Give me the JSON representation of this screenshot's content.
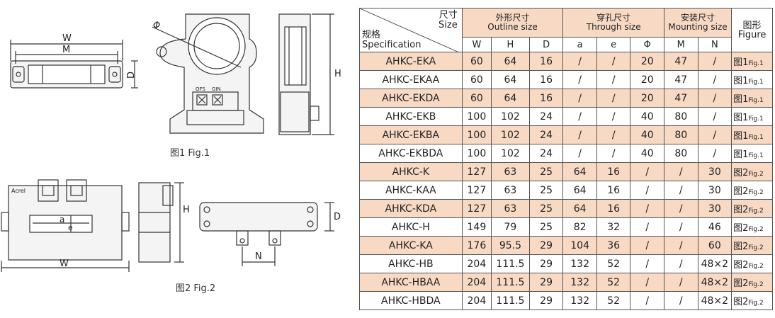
{
  "figures": {
    "fig1": {
      "caption": "图1  Fig.1",
      "labels": {
        "w": "W",
        "m": "M",
        "d": "D",
        "phi": "Φ",
        "h": "H",
        "ofs": "OFS",
        "gin": "GIN"
      }
    },
    "fig2": {
      "caption": "图2  Fig.2",
      "labels": {
        "brand": "Acrel",
        "a": "a",
        "e": "e",
        "w": "W",
        "h": "H",
        "d": "D",
        "n": "N"
      }
    }
  },
  "table": {
    "header": {
      "size_cn": "尺寸",
      "size_en": "Size",
      "spec_cn": "规格",
      "spec_en": "Specification",
      "outline_cn": "外形尺寸",
      "outline_en": "Outline size",
      "through_cn": "穿孔尺寸",
      "through_en": "Through size",
      "mounting_cn": "安装尺寸",
      "mounting_en": "Mounting size",
      "figure_cn": "图形",
      "figure_en": "Figure",
      "cols": [
        "W",
        "H",
        "D",
        "a",
        "e",
        "Φ",
        "M",
        "N"
      ]
    },
    "rows": [
      {
        "model": "AHKC-EKA",
        "w": "60",
        "h": "64",
        "d": "16",
        "a": "/",
        "e": "/",
        "phi": "20",
        "m": "47",
        "n": "/",
        "fig_cn": "图1",
        "fig_en": "Fig.1"
      },
      {
        "model": "AHKC-EKAA",
        "w": "60",
        "h": "64",
        "d": "16",
        "a": "/",
        "e": "/",
        "phi": "20",
        "m": "47",
        "n": "/",
        "fig_cn": "图1",
        "fig_en": "Fig.1"
      },
      {
        "model": "AHKC-EKDA",
        "w": "60",
        "h": "64",
        "d": "16",
        "a": "/",
        "e": "/",
        "phi": "20",
        "m": "47",
        "n": "/",
        "fig_cn": "图1",
        "fig_en": "Fig.1"
      },
      {
        "model": "AHKC-EKB",
        "w": "100",
        "h": "102",
        "d": "24",
        "a": "/",
        "e": "/",
        "phi": "40",
        "m": "80",
        "n": "/",
        "fig_cn": "图1",
        "fig_en": "Fig.1"
      },
      {
        "model": "AHKC-EKBA",
        "w": "100",
        "h": "102",
        "d": "24",
        "a": "/",
        "e": "/",
        "phi": "40",
        "m": "80",
        "n": "/",
        "fig_cn": "图1",
        "fig_en": "Fig.1"
      },
      {
        "model": "AHKC-EKBDA",
        "w": "100",
        "h": "102",
        "d": "24",
        "a": "/",
        "e": "/",
        "phi": "40",
        "m": "80",
        "n": "/",
        "fig_cn": "图1",
        "fig_en": "Fig.1"
      },
      {
        "model": "AHKC-K",
        "w": "127",
        "h": "63",
        "d": "25",
        "a": "64",
        "e": "16",
        "phi": "/",
        "m": "/",
        "n": "30",
        "fig_cn": "图2",
        "fig_en": "Fig.2"
      },
      {
        "model": "AHKC-KAA",
        "w": "127",
        "h": "63",
        "d": "25",
        "a": "64",
        "e": "16",
        "phi": "/",
        "m": "/",
        "n": "30",
        "fig_cn": "图2",
        "fig_en": "Fig.2"
      },
      {
        "model": "AHKC-KDA",
        "w": "127",
        "h": "63",
        "d": "25",
        "a": "64",
        "e": "16",
        "phi": "/",
        "m": "/",
        "n": "30",
        "fig_cn": "图2",
        "fig_en": "Fig.2"
      },
      {
        "model": "AHKC-H",
        "w": "149",
        "h": "79",
        "d": "25",
        "a": "82",
        "e": "32",
        "phi": "/",
        "m": "/",
        "n": "46",
        "fig_cn": "图2",
        "fig_en": "Fig.2"
      },
      {
        "model": "AHKC-KA",
        "w": "176",
        "h": "95.5",
        "d": "29",
        "a": "104",
        "e": "36",
        "phi": "/",
        "m": "/",
        "n": "60",
        "fig_cn": "图2",
        "fig_en": "Fig.2"
      },
      {
        "model": "AHKC-HB",
        "w": "204",
        "h": "111.5",
        "d": "29",
        "a": "132",
        "e": "52",
        "phi": "/",
        "m": "/",
        "n": "48×2",
        "fig_cn": "图2",
        "fig_en": "Fig.2"
      },
      {
        "model": "AHKC-HBAA",
        "w": "204",
        "h": "111.5",
        "d": "29",
        "a": "132",
        "e": "52",
        "phi": "/",
        "m": "/",
        "n": "48×2",
        "fig_cn": "图2",
        "fig_en": "Fig.2"
      },
      {
        "model": "AHKC-HBDA",
        "w": "204",
        "h": "111.5",
        "d": "29",
        "a": "132",
        "e": "52",
        "phi": "/",
        "m": "/",
        "n": "48×2",
        "fig_cn": "图2",
        "fig_en": "Fig.2"
      }
    ]
  }
}
